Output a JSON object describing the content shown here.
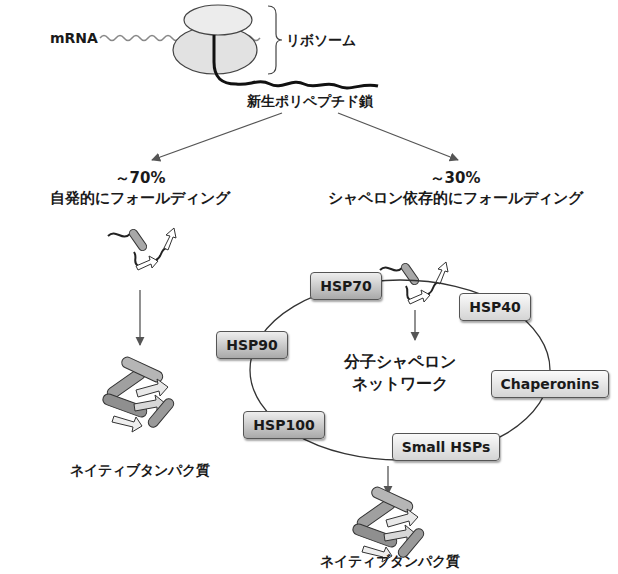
{
  "diagram": {
    "nodes": [
      {
        "text": [
          "分子シャペロン ネットワーク"
        ]
      },
      {
        "text": [
          "HSP70"
        ]
      },
      {
        "text": [
          "HSP40"
        ]
      },
      {
        "text": [
          "HSP90"
        ]
      },
      {
        "text": [
          "Chaperonins"
        ]
      },
      {
        "text": [
          "HSP100"
        ]
      },
      {
        "text": [
          "Small HSPs"
        ]
      }
    ],
    "labels": [
      "mRNA",
      "リボソーム",
      "新生ポリペプチド鎖",
      "～70%",
      "自発的にフォールディング",
      "～30%",
      "シャペロン依存的にフォールディング",
      "ネイティブタンパク質",
      "ネイティブタンパク質"
    ]
  }
}
